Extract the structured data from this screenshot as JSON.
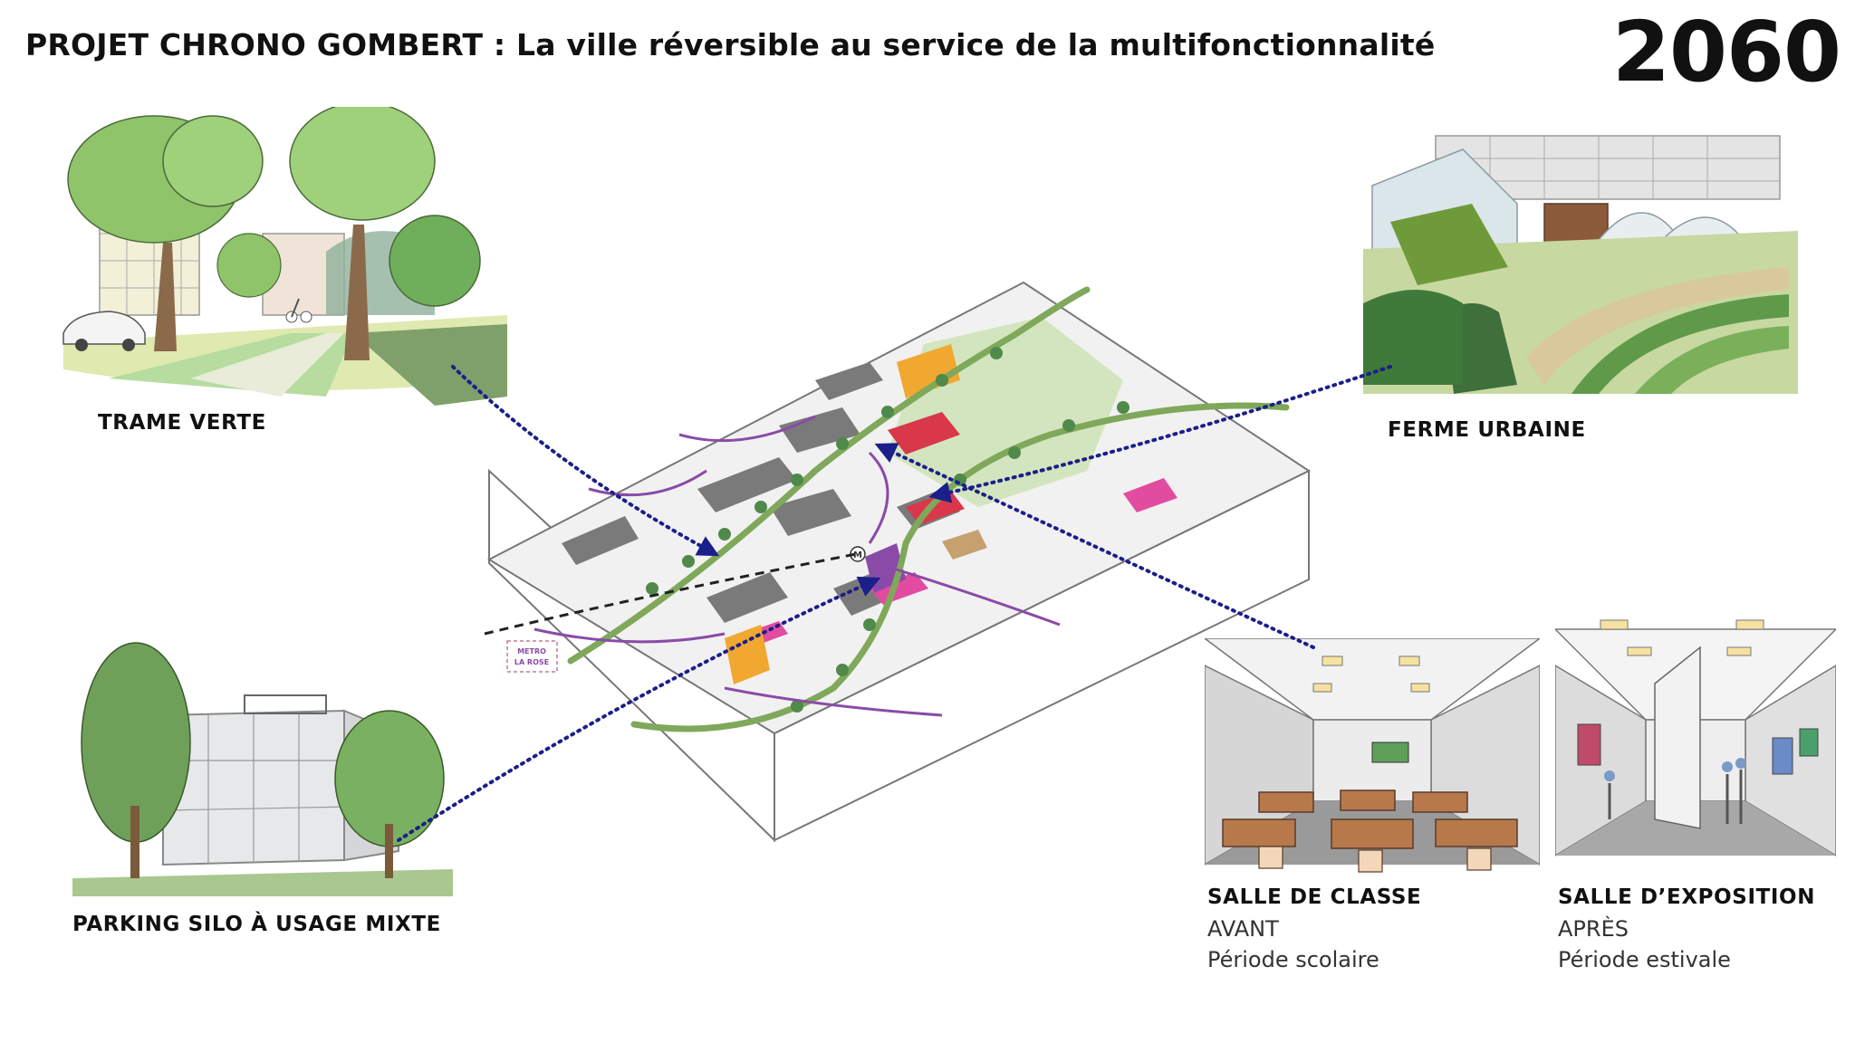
{
  "header": {
    "title_strong": "PROJET CHRONO GOMBERT :",
    "title_rest": " La ville réversible au service de la multifonctionnalité",
    "year": "2060"
  },
  "panels": {
    "trame_verte": {
      "caption": "TRAME VERTE"
    },
    "ferme_urbaine": {
      "caption": "FERME URBAINE"
    },
    "parking_silo": {
      "caption": "PARKING SILO À USAGE MIXTE"
    },
    "salle_classe": {
      "caption": "SALLE DE CLASSE",
      "state": "AVANT",
      "period": "Période scolaire"
    },
    "salle_expo": {
      "caption": "SALLE D’EXPOSITION",
      "state": "APRÈS",
      "period": "Période estivale"
    }
  },
  "map": {
    "metro_label_1": "METRO",
    "metro_label_2": "LA ROSE",
    "metro_icon": "M"
  },
  "colors": {
    "link_dotted": "#1b1f8a",
    "green_corridor": "#7fa85a",
    "purple_flow": "#8a4ba8",
    "orange_building": "#f0a830",
    "pink_building": "#e24ca0",
    "red_building": "#d8384a"
  }
}
